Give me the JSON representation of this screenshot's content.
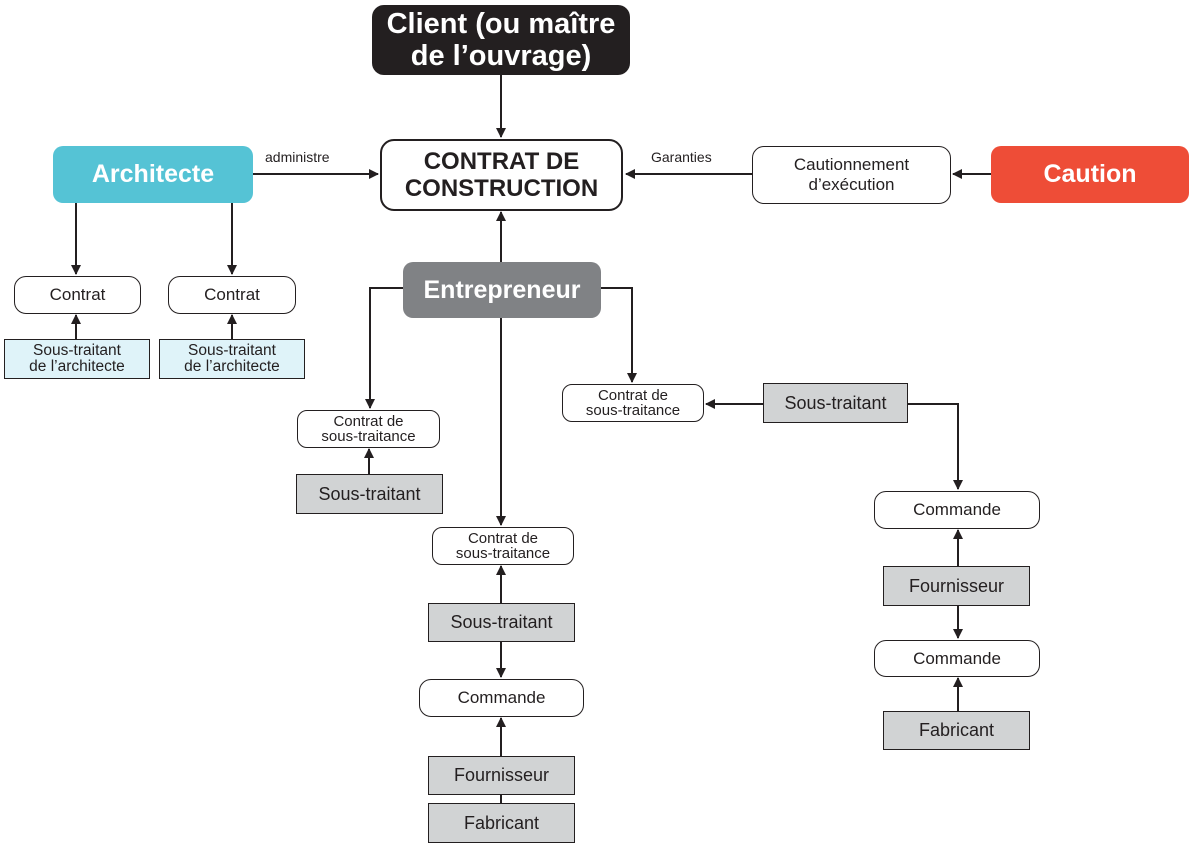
{
  "client": "Client (ou maître\nde l’ouvrage)",
  "contract": "CONTRAT DE\nCONSTRUCTION",
  "architect": "Architecte",
  "caution": "Caution",
  "cautionnement": "Cautionnement\nd’exécution",
  "entrepreneur": "Entrepreneur",
  "labels": {
    "administre": "administre",
    "garanties": "Garanties"
  },
  "architect_branch": {
    "left_contract": "Contrat",
    "right_contract": "Contrat",
    "left_sub": "Sous-traitant\nde l’architecte",
    "right_sub": "Sous-traitant\nde l’architecte"
  },
  "left_branch": {
    "contract": "Contrat de\nsous-traitance",
    "sub": "Sous-traitant"
  },
  "center_branch": {
    "contract": "Contrat de\nsous-traitance",
    "sub": "Sous-traitant",
    "order": "Commande",
    "supplier": "Fournisseur",
    "maker": "Fabricant"
  },
  "right_branch": {
    "contract": "Contrat de\nsous-traitance",
    "sub": "Sous-traitant",
    "order1": "Commande",
    "supplier": "Fournisseur",
    "order2": "Commande",
    "maker": "Fabricant"
  },
  "colors": {
    "architect": "#55c3d5",
    "caution": "#ee4d37",
    "entrepreneur": "#808285",
    "client": "#231f20",
    "party": "#d1d3d4",
    "arch_sub": "#dff3f9"
  }
}
